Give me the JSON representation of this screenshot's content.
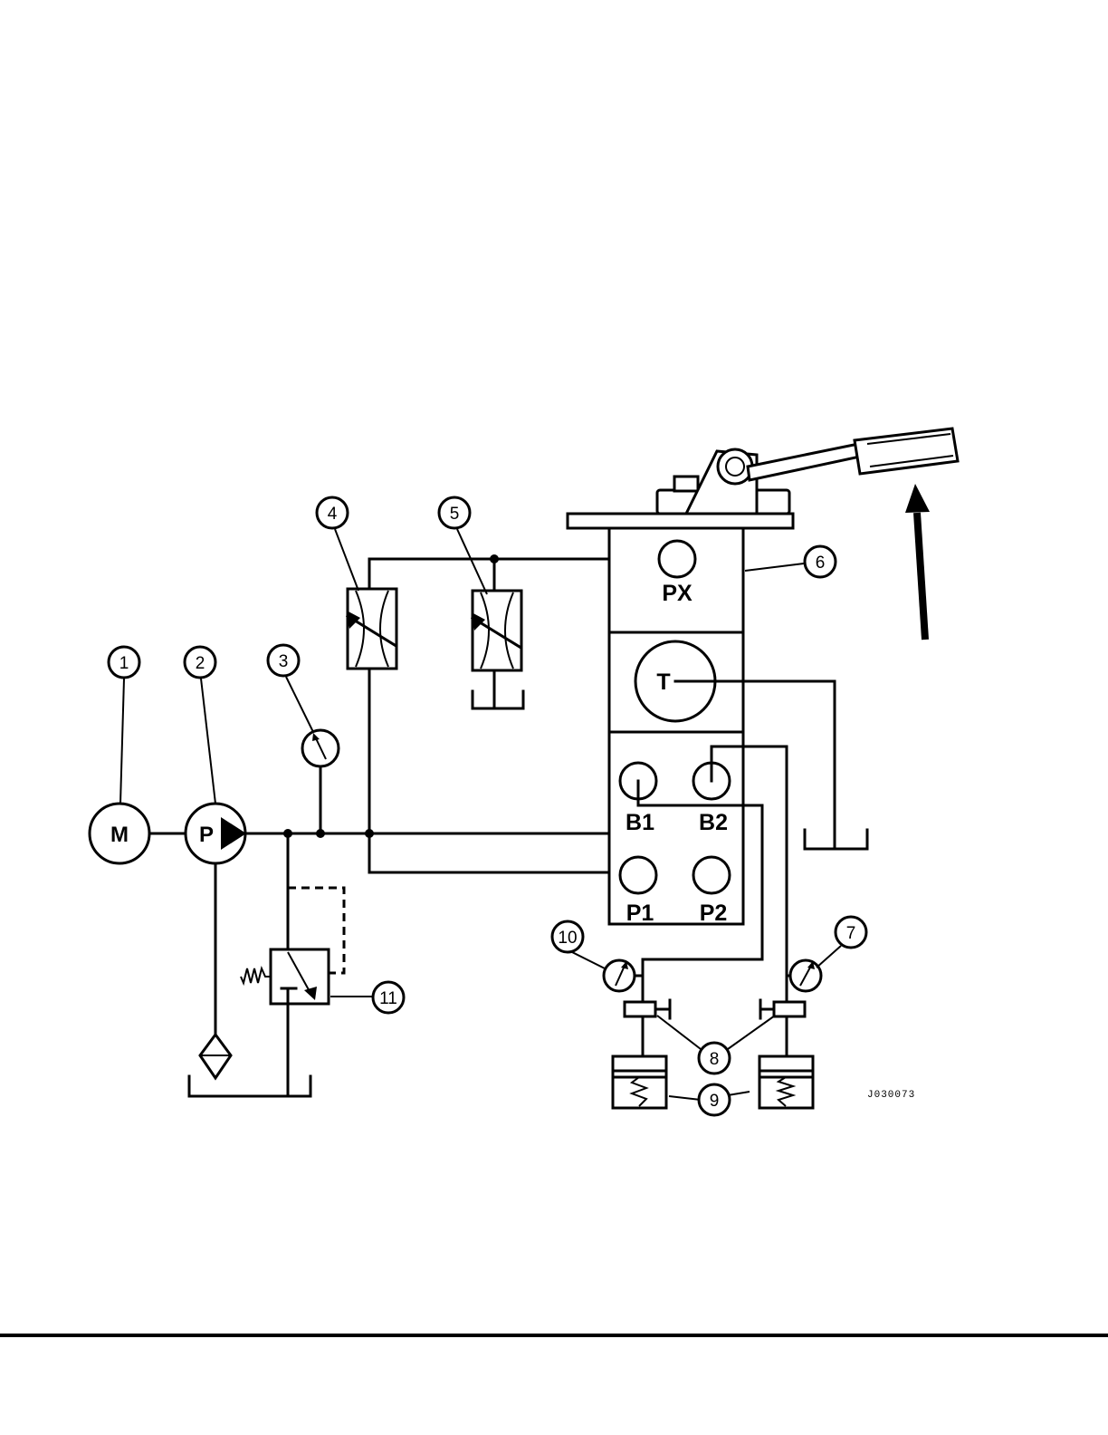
{
  "components": {
    "motor": "M",
    "pump": "P"
  },
  "ports": {
    "px": "PX",
    "t": "T",
    "b1": "B1",
    "b2": "B2",
    "p1": "P1",
    "p2": "P2"
  },
  "callouts": [
    "1",
    "2",
    "3",
    "4",
    "5",
    "6",
    "7",
    "8",
    "9",
    "10",
    "11"
  ],
  "figure_id": "J030073"
}
